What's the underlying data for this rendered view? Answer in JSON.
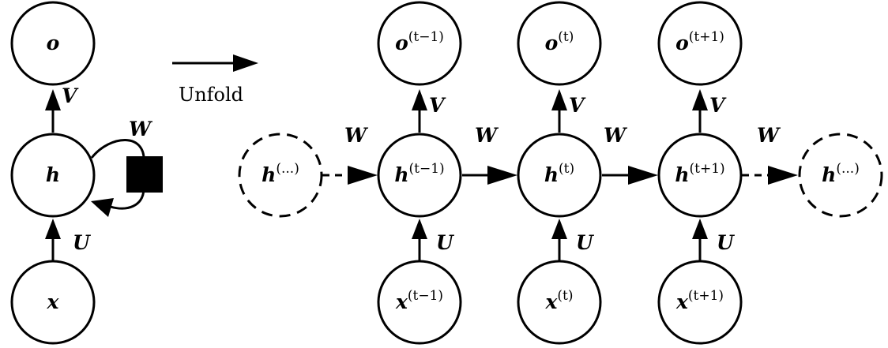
{
  "folded": {
    "output": "o",
    "hidden": "h",
    "input": "x",
    "weight_v": "V",
    "weight_u": "U",
    "weight_w": "W"
  },
  "unfold_label": "Unfold",
  "unfolded": {
    "left_dashed": {
      "base": "h",
      "sup": "(...)"
    },
    "right_dashed": {
      "base": "h",
      "sup": "(...)"
    },
    "steps": [
      {
        "o": "o",
        "h": "h",
        "x": "x",
        "sup": "(t−1)",
        "V": "V",
        "U": "U"
      },
      {
        "o": "o",
        "h": "h",
        "x": "x",
        "sup": "(t)",
        "V": "V",
        "U": "U"
      },
      {
        "o": "o",
        "h": "h",
        "x": "x",
        "sup": "(t+1)",
        "V": "V",
        "U": "U"
      }
    ],
    "w_labels": [
      "W",
      "W",
      "W",
      "W"
    ]
  }
}
